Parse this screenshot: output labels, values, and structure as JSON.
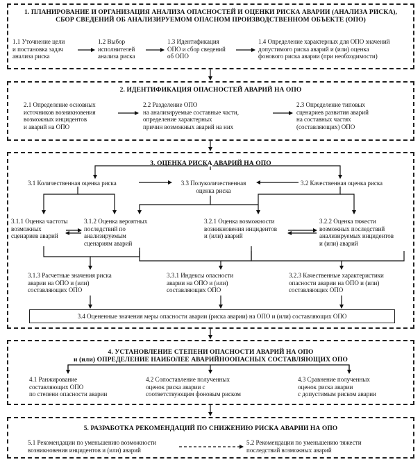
{
  "s1": {
    "title": "1. ПЛАНИРОВАНИЕ И ОРГАНИЗАЦИЯ АНАЛИЗА ОПАСНОСТЕЙ И ОЦЕНКИ РИСКА АВАРИИ (АНАЛИЗА РИСКА),\nСБОР СВЕДЕНИЙ ОБ АНАЛИЗИРУЕМОМ ОПАСНОМ ПРОИЗВОДСТВЕННОМ ОБЪЕКТЕ (ОПО)",
    "i1": "1.1 Уточнение цели\nи постановка задач\nанализа риска",
    "i2": "1.2 Выбор\nисполнителей\nанализа риска",
    "i3": "1.3 Идентификация\nОПО и сбор сведений\nоб ОПО",
    "i4": "1.4 Определение характерных для ОПО значений\nдопустимого риска аварий и (или) оценка\nфонового риска аварии (при необходимости)"
  },
  "s2": {
    "title": "2. ИДЕНТИФИКАЦИЯ ОПАСНОСТЕЙ АВАРИЙ НА ОПО",
    "i1": "2.1 Определение основных\nисточников возникновения\nвозможных инцидентов\nи аварий на ОПО",
    "i2": "2.2 Разделение ОПО\nна анализируемые составные части,\nопределение характерных\nпричин возможных аварий на них",
    "i3": "2.3 Определение типовых\nсценариев развития аварий\nна составных частях\n(составляющих) ОПО"
  },
  "s3": {
    "title": "3. ОЦЕНКА РИСКА АВАРИЙ НА ОПО",
    "i31": "3.1 Количественная оценка риска",
    "i33": "3.3 Полуколичественная\nоценка риска",
    "i32": "3.2 Качественная оценка риска",
    "i311": "3.1.1 Оценка частоты\nвозможных\nсценариев аварий",
    "i312": "3.1.2 Оценка вероятных\nпоследствий по\nанализируемым\nсценариям аварий",
    "i321": "3.2.1 Оценка возможности\nвозникновения инцидентов\nи (или) аварий",
    "i322": "3.2.2 Оценка тяжести\nвозможных последствий\nанализируемых инцидентов\nи (или) аварий",
    "i313": "3.1.3 Расчетные значения риска\nаварии на ОПО и (или)\nсоставляющих ОПО",
    "i331": "3.3.1 Индексы опасности\nаварии на ОПО и (или)\nсоставляющих ОПО",
    "i323": "3.2.3 Качественные характеристики\nопасности аварии на ОПО и (или)\nсоставляющих ОПО",
    "i34": "3.4 Оцененные значения меры опасности аварии (риска аварии) на ОПО и (или) составляющих ОПО"
  },
  "s4": {
    "title": "4. УСТАНОВЛЕНИЕ СТЕПЕНИ ОПАСНОСТИ АВАРИЙ НА ОПО\nи (или) ОПРЕДЕЛЕНИЕ НАИБОЛЕЕ АВАРИЙНООПАСНЫХ СОСТАВЛЯЮЩИХ ОПО",
    "i1": "4.1 Ранжирование\nсоставляющих ОПО\nпо степени опасности аварии",
    "i2": "4.2 Сопоставление полученных\nоценок риска аварии с\nсоответствующим фоновым риском",
    "i3": "4.3 Сравнение полученных\nоценок риска аварии\nс допустимым риском аварии"
  },
  "s5": {
    "title": "5. РАЗРАБОТКА РЕКОМЕНДАЦИЙ ПО СНИЖЕНИЮ РИСКА АВАРИИ НА ОПО",
    "i1": "5.1 Рекомендации по уменьшению возможности\nвозникновения инцидентов и (или) аварий",
    "i2": "5.2 Рекомендации по уменьшению тяжести\nпоследствий возможных аварий"
  }
}
